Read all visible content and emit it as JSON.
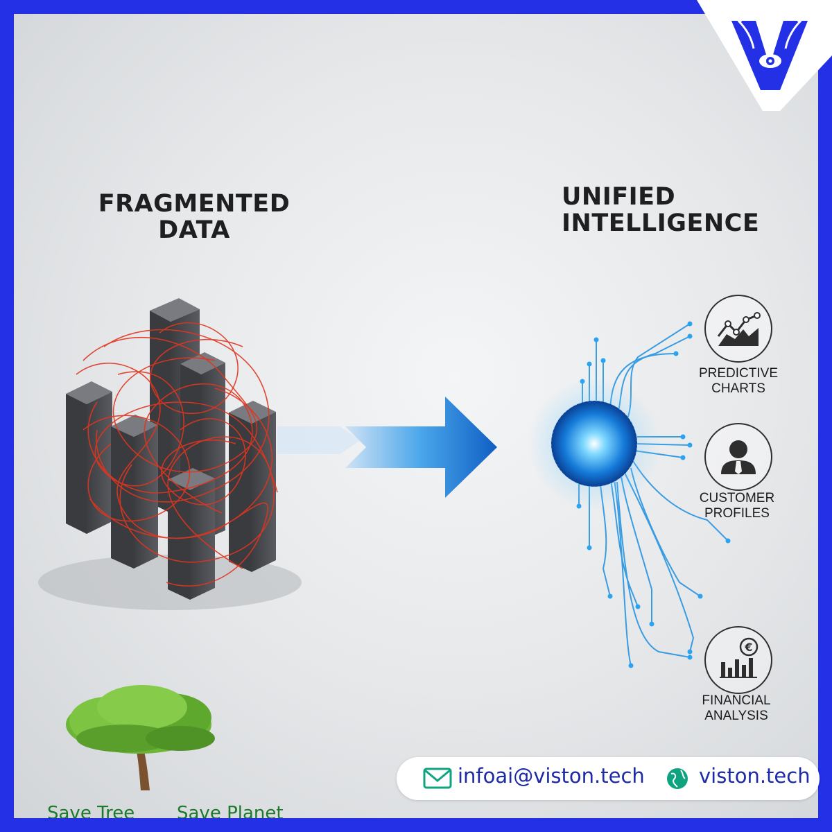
{
  "left_section": {
    "title_line1": "FRAGMENTED",
    "title_line2": "DATA"
  },
  "right_section": {
    "title_line1": "UNIFIED",
    "title_line2": "INTELLIGENCE"
  },
  "outputs": [
    {
      "line1": "PREDICTIVE",
      "line2": "CHARTS",
      "icon": "line-chart-icon"
    },
    {
      "line1": "CUSTOMER",
      "line2": "PROFILES",
      "icon": "person-icon"
    },
    {
      "line1": "FINANCIAL",
      "line2": "ANALYSIS",
      "icon": "bar-chart-euro-icon"
    }
  ],
  "contact": {
    "email": "infoai@viston.tech",
    "website": "viston.tech"
  },
  "eco": {
    "left": "Save Tree",
    "right": "Save Planet"
  },
  "colors": {
    "frame": "#2330e6",
    "accent_blue": "#1b8fe0",
    "tangle_red": "#e0351f",
    "pillar": "#4a4b4f",
    "eco_green": "#1d7a2a"
  }
}
